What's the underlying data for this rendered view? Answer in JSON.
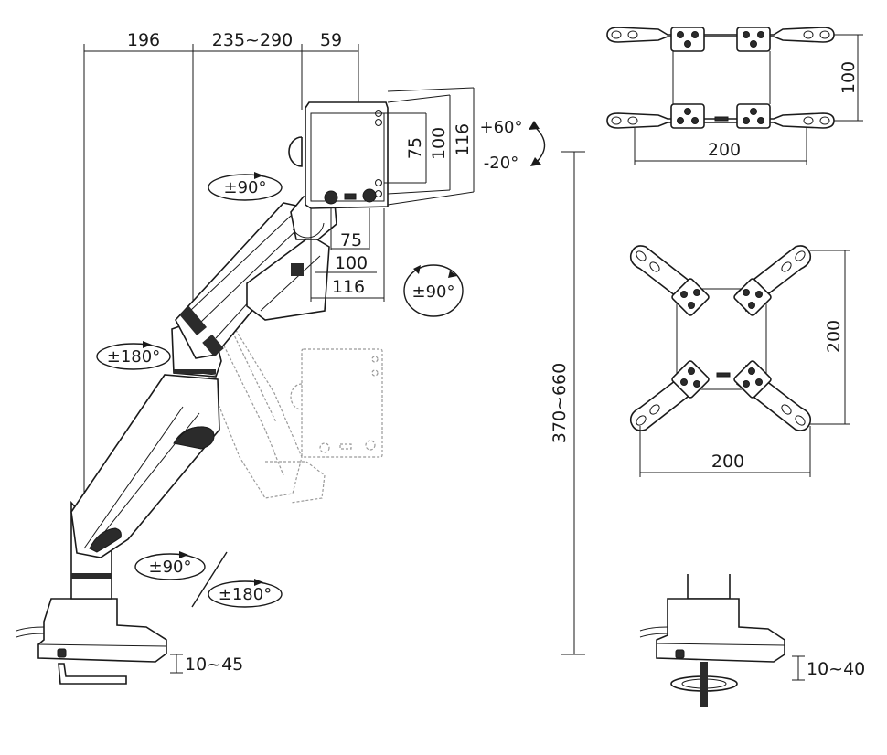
{
  "arm_dimensions": {
    "reach_base": "196",
    "reach_mid": "235~290",
    "reach_head": "59",
    "vesa_h_75": "75",
    "vesa_h_100": "100",
    "vesa_h_116": "116",
    "vesa_v_75": "75",
    "vesa_v_100": "100",
    "vesa_v_116": "116",
    "height_range": "370~660",
    "clamp_range": "10~45"
  },
  "rotations": {
    "tilt_up": "+60°",
    "tilt_down": "-20°",
    "head_swivel": "±90°",
    "portrait_rotation": "±90°",
    "elbow_swivel": "±180°",
    "lower_swivel": "±90°",
    "base_swivel": "±180°"
  },
  "adapter_dimensions": {
    "plate_height": "100",
    "plate_width": "200",
    "x_adapter_height": "200",
    "x_adapter_width": "200",
    "grommet_range": "10~40"
  }
}
